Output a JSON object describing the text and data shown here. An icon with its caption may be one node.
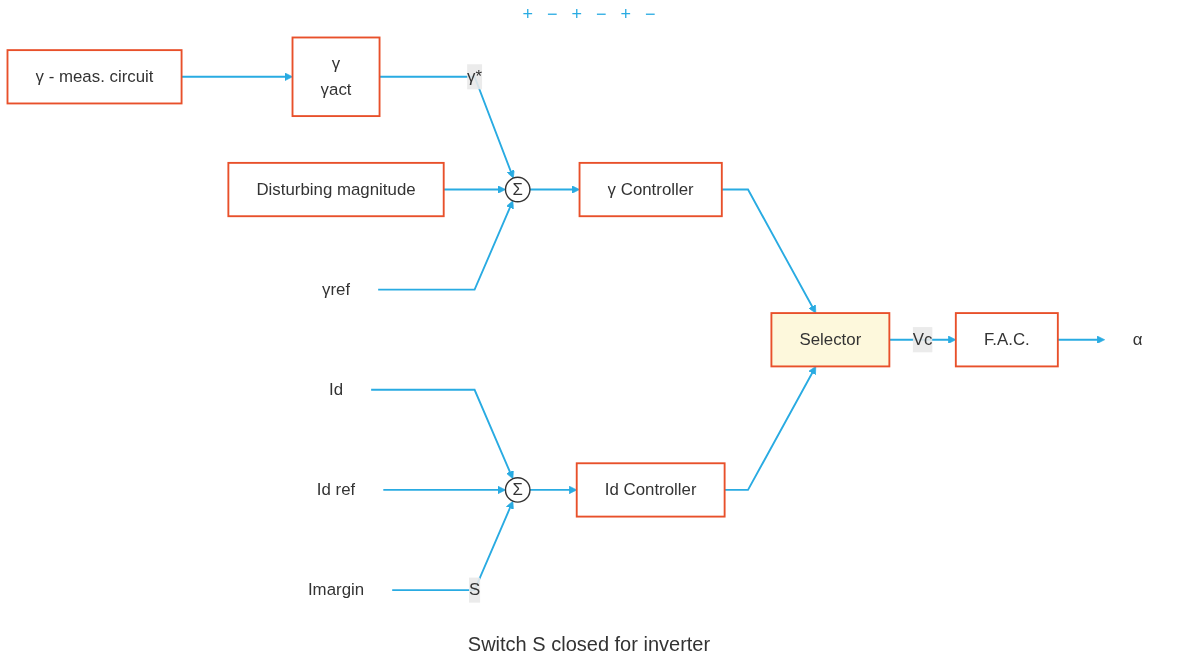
{
  "diagram": {
    "caption": "Switch S closed for inverter",
    "nodes": [
      {
        "text": [
          "γ - meas. circuit"
        ]
      },
      {
        "text": [
          "γ",
          "γact"
        ]
      },
      {
        "text": [
          "Disturbing magnitude"
        ]
      },
      {
        "text": [
          "Σ"
        ]
      },
      {
        "text": [
          "γ Controller"
        ]
      },
      {
        "text": [
          "Selector"
        ]
      },
      {
        "text": [
          "F.A.C."
        ]
      },
      {
        "text": [
          "γref"
        ]
      },
      {
        "text": [
          "Id"
        ]
      },
      {
        "text": [
          "Id ref"
        ]
      },
      {
        "text": [
          "Σ"
        ]
      },
      {
        "text": [
          "Id Controller"
        ]
      },
      {
        "text": [
          "Imargin"
        ]
      },
      {
        "text": [
          "α"
        ]
      }
    ],
    "edges": [
      {
        "from": 0,
        "to": 1,
        "arrow": "to"
      },
      {
        "from": 1,
        "to": 3,
        "arrow": "to",
        "label": "γ*"
      },
      {
        "from": 2,
        "to": 3,
        "arrow": "to"
      },
      {
        "from": 7,
        "to": 3,
        "arrow": "to"
      },
      {
        "from": 3,
        "to": 4,
        "arrow": "to"
      },
      {
        "from": 4,
        "to": 5,
        "arrow": "to"
      },
      {
        "from": 8,
        "to": 10,
        "arrow": "to"
      },
      {
        "from": 9,
        "to": 10,
        "arrow": "to"
      },
      {
        "from": 12,
        "to": 10,
        "arrow": "to",
        "label": "S"
      },
      {
        "from": 10,
        "to": 11,
        "arrow": "to"
      },
      {
        "from": 11,
        "to": 5,
        "arrow": "to"
      },
      {
        "from": 5,
        "to": 6,
        "arrow": "to",
        "label": "Vc"
      },
      {
        "from": 6,
        "to": 13,
        "arrow": "to"
      }
    ],
    "labels": [
      "+",
      "−",
      "+",
      "−",
      "+",
      "−"
    ]
  }
}
